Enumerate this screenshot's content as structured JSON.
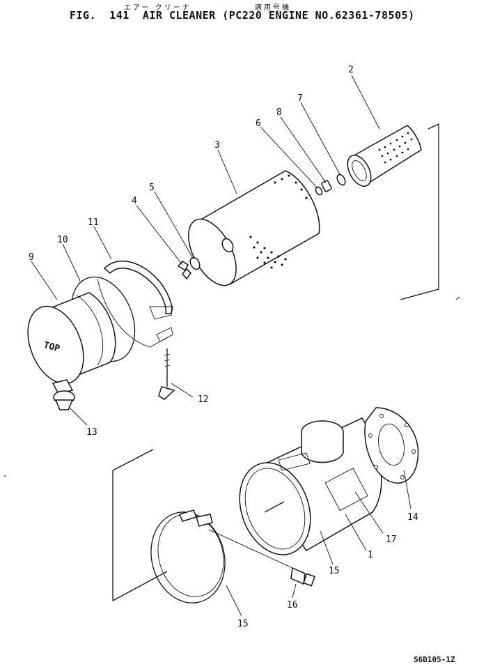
{
  "header": {
    "jp_part_name": "エアー クリーナ",
    "jp_applicable": "適用号機",
    "figure_title": "FIG.  141  AIR CLEANER (PC220 ENGINE NO.62361-78505)"
  },
  "drawing_code": "S6D105-1Z",
  "top_label": "TOP",
  "callouts": [
    {
      "number": "1"
    },
    {
      "number": "2"
    },
    {
      "number": "3"
    },
    {
      "number": "4"
    },
    {
      "number": "5"
    },
    {
      "number": "6"
    },
    {
      "number": "7"
    },
    {
      "number": "8"
    },
    {
      "number": "9"
    },
    {
      "number": "10"
    },
    {
      "number": "11"
    },
    {
      "number": "12"
    },
    {
      "number": "13"
    },
    {
      "number": "14"
    },
    {
      "number": "15"
    },
    {
      "number": "15"
    },
    {
      "number": "16"
    },
    {
      "number": "17"
    }
  ]
}
